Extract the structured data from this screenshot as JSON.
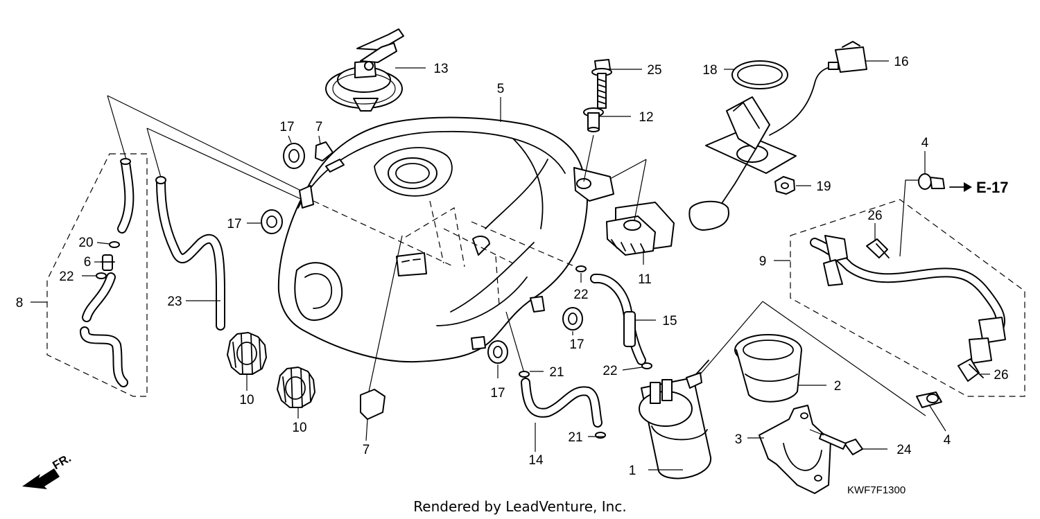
{
  "diagram": {
    "callouts": [
      {
        "id": "c1",
        "text": "1"
      },
      {
        "id": "c2",
        "text": "2"
      },
      {
        "id": "c3",
        "text": "3"
      },
      {
        "id": "c4a",
        "text": "4"
      },
      {
        "id": "c4b",
        "text": "4"
      },
      {
        "id": "c5",
        "text": "5"
      },
      {
        "id": "c6",
        "text": "6"
      },
      {
        "id": "c7a",
        "text": "7"
      },
      {
        "id": "c7b",
        "text": "7"
      },
      {
        "id": "c8",
        "text": "8"
      },
      {
        "id": "c9",
        "text": "9"
      },
      {
        "id": "c10a",
        "text": "10"
      },
      {
        "id": "c10b",
        "text": "10"
      },
      {
        "id": "c11",
        "text": "11"
      },
      {
        "id": "c12",
        "text": "12"
      },
      {
        "id": "c13",
        "text": "13"
      },
      {
        "id": "c14",
        "text": "14"
      },
      {
        "id": "c15",
        "text": "15"
      },
      {
        "id": "c16",
        "text": "16"
      },
      {
        "id": "c17a",
        "text": "17"
      },
      {
        "id": "c17b",
        "text": "17"
      },
      {
        "id": "c17c",
        "text": "17"
      },
      {
        "id": "c17d",
        "text": "17"
      },
      {
        "id": "c18",
        "text": "18"
      },
      {
        "id": "c19",
        "text": "19"
      },
      {
        "id": "c20",
        "text": "20"
      },
      {
        "id": "c21a",
        "text": "21"
      },
      {
        "id": "c21b",
        "text": "21"
      },
      {
        "id": "c22a",
        "text": "22"
      },
      {
        "id": "c22b",
        "text": "22"
      },
      {
        "id": "c22c",
        "text": "22"
      },
      {
        "id": "c23",
        "text": "23"
      },
      {
        "id": "c24",
        "text": "24"
      },
      {
        "id": "c25",
        "text": "25"
      },
      {
        "id": "c26a",
        "text": "26"
      },
      {
        "id": "c26b",
        "text": "26"
      }
    ],
    "reference": "E-17",
    "front_marker": "FR.",
    "drawing_code": "KWF7F1300",
    "credit": "Rendered by LeadVenture, Inc."
  }
}
